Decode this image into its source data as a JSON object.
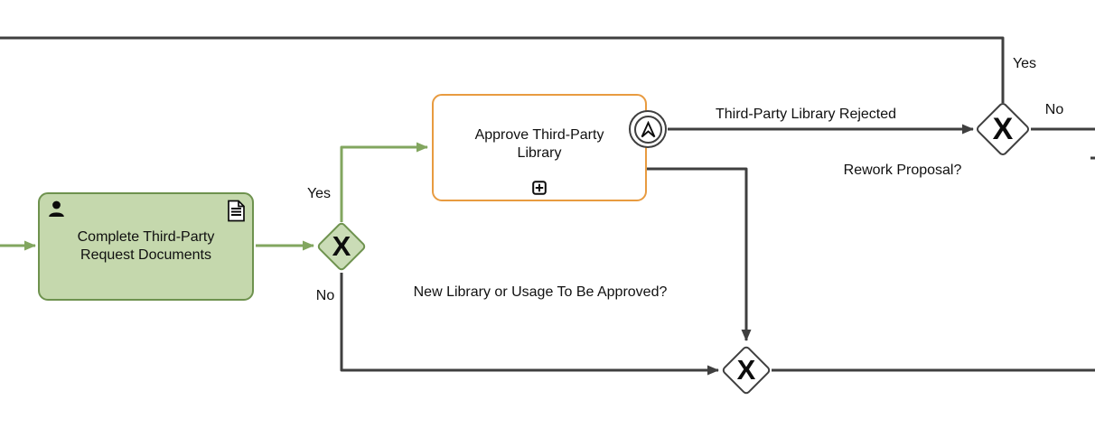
{
  "colors": {
    "flow_dark": "#3f3f3f",
    "flow_green": "#82a65f",
    "task_green_fill": "#c5d8ad",
    "task_green_border": "#6e924e",
    "gateway_green_fill": "#cadcb6",
    "task_orange_border": "#e89b40",
    "shape_white_fill": "#ffffff",
    "text": "#101010"
  },
  "nodes": {
    "complete_task": {
      "label": "Complete Third-Party Request Documents",
      "type": "user-task-with-document"
    },
    "approve_task": {
      "label": "Approve Third-Party Library",
      "marker": "subprocess-plus"
    },
    "boundary_event": {
      "type": "escalation-boundary-event"
    },
    "gateway_new_library": {
      "marker": "X",
      "question": "New Library or Usage To Be Approved?",
      "yes_label": "Yes",
      "no_label": "No"
    },
    "gateway_rework": {
      "marker": "X",
      "question": "Rework Proposal?",
      "yes_label": "Yes",
      "no_label": "No"
    },
    "gateway_merge": {
      "marker": "X"
    }
  },
  "edges": {
    "rejected_label": "Third-Party Library Rejected"
  }
}
